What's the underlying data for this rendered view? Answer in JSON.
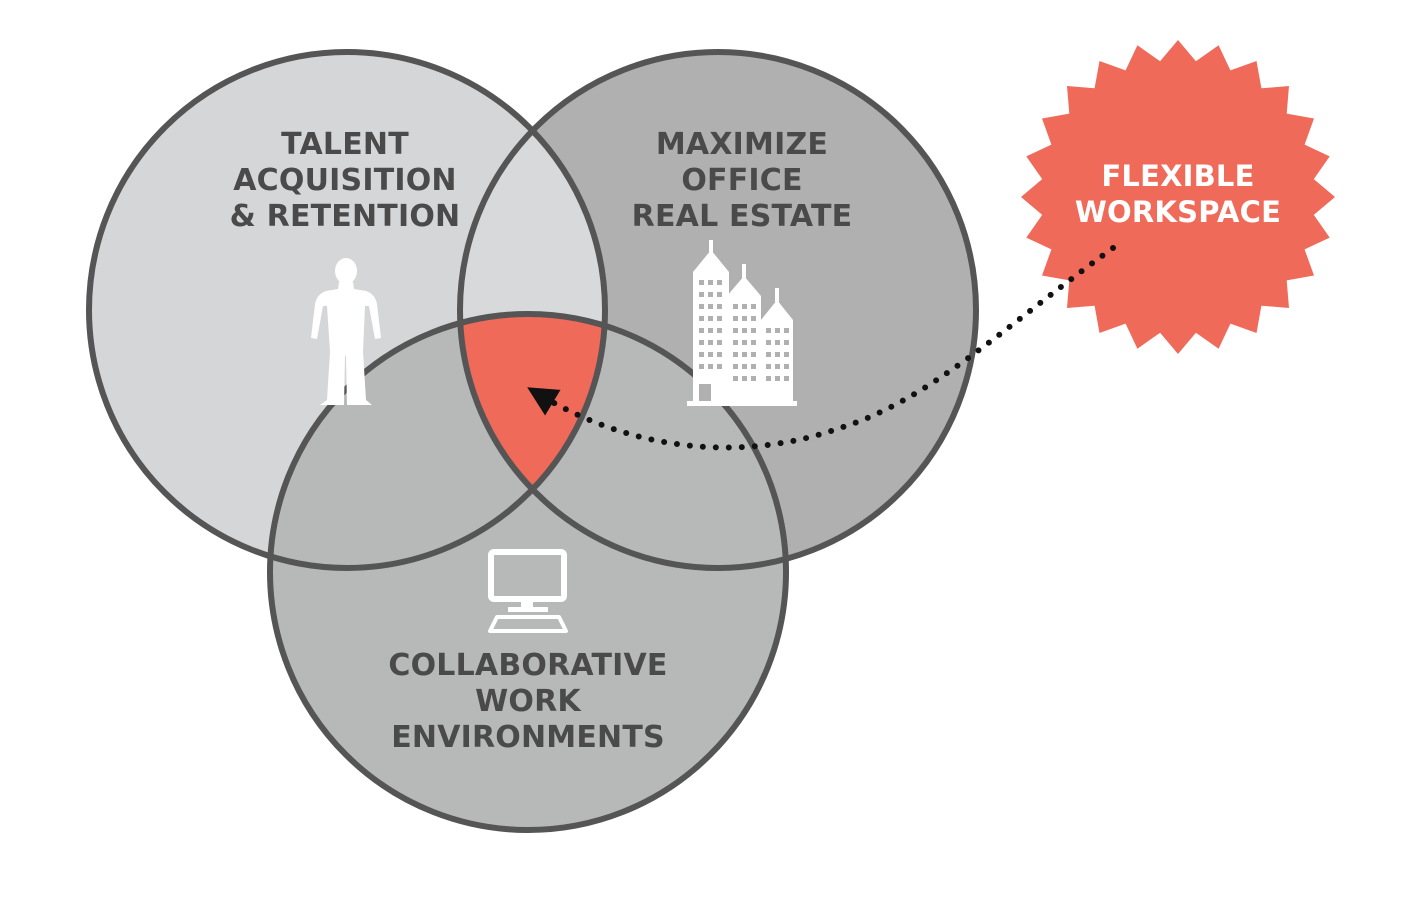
{
  "circles": {
    "talent": {
      "lines": [
        "TALENT",
        "ACQUISITION",
        "& RETENTION"
      ],
      "icon": "person-icon"
    },
    "office": {
      "lines": [
        "MAXIMIZE",
        "OFFICE",
        "REAL ESTATE"
      ],
      "icon": "office-buildings-icon"
    },
    "collab": {
      "lines": [
        "COLLABORATIVE",
        "WORK",
        "ENVIRONMENTS"
      ],
      "icon": "computer-icon"
    }
  },
  "badge": {
    "lines": [
      "FLEXIBLE",
      "WORKSPACE"
    ],
    "shape": "starburst"
  },
  "colors": {
    "accent": "#f06a5a",
    "outline": "#555555",
    "circle_talent": "#d5d6d8",
    "circle_office": "#b0b0b0",
    "circle_collab": "#b7b9b9",
    "label_text": "#4a4a4a"
  }
}
